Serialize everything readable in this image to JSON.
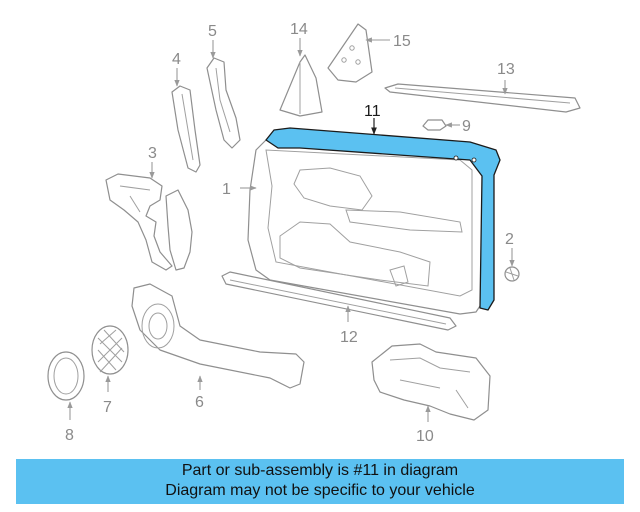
{
  "diagram": {
    "highlight_color": "#5bc1f1",
    "labels": [
      "1",
      "2",
      "3",
      "4",
      "5",
      "6",
      "7",
      "8",
      "10",
      "11",
      "12",
      "13",
      "14",
      "15",
      "9"
    ]
  },
  "caption": {
    "line1": "Part or sub-assembly is #11 in diagram",
    "line2": "Diagram may not be specific to your vehicle"
  }
}
